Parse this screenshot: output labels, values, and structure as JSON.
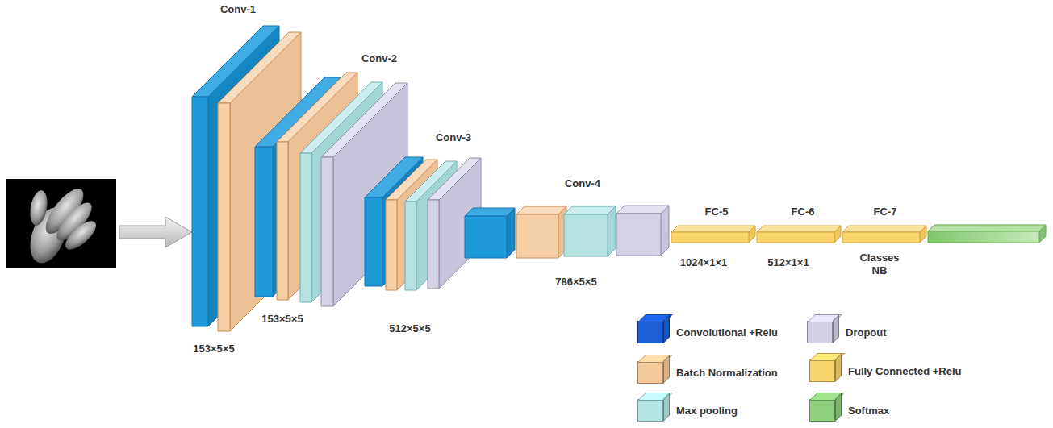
{
  "diagram": {
    "labels": [
      "Conv-1",
      "153×5×5",
      "Conv-2",
      "153×5×5",
      "Conv-3",
      "512×5×5",
      "Conv-4",
      "786×5×5",
      "FC-5",
      "FC-6",
      "FC-7",
      "1024×1×1",
      "512×1×1",
      "Classes NB"
    ],
    "legend": [
      {
        "text": "Convolutional +Relu",
        "color": "#1c5fd8"
      },
      {
        "text": "Dropout",
        "color": "#d2d1e6"
      },
      {
        "text": "Batch Normalization",
        "color": "#f6c99b"
      },
      {
        "text": "Fully Connected +Relu",
        "color": "#f9d56e"
      },
      {
        "text": "Max pooling",
        "color": "#b4e4e4"
      },
      {
        "text": "Softmax",
        "color": "#90cf7e"
      }
    ]
  }
}
